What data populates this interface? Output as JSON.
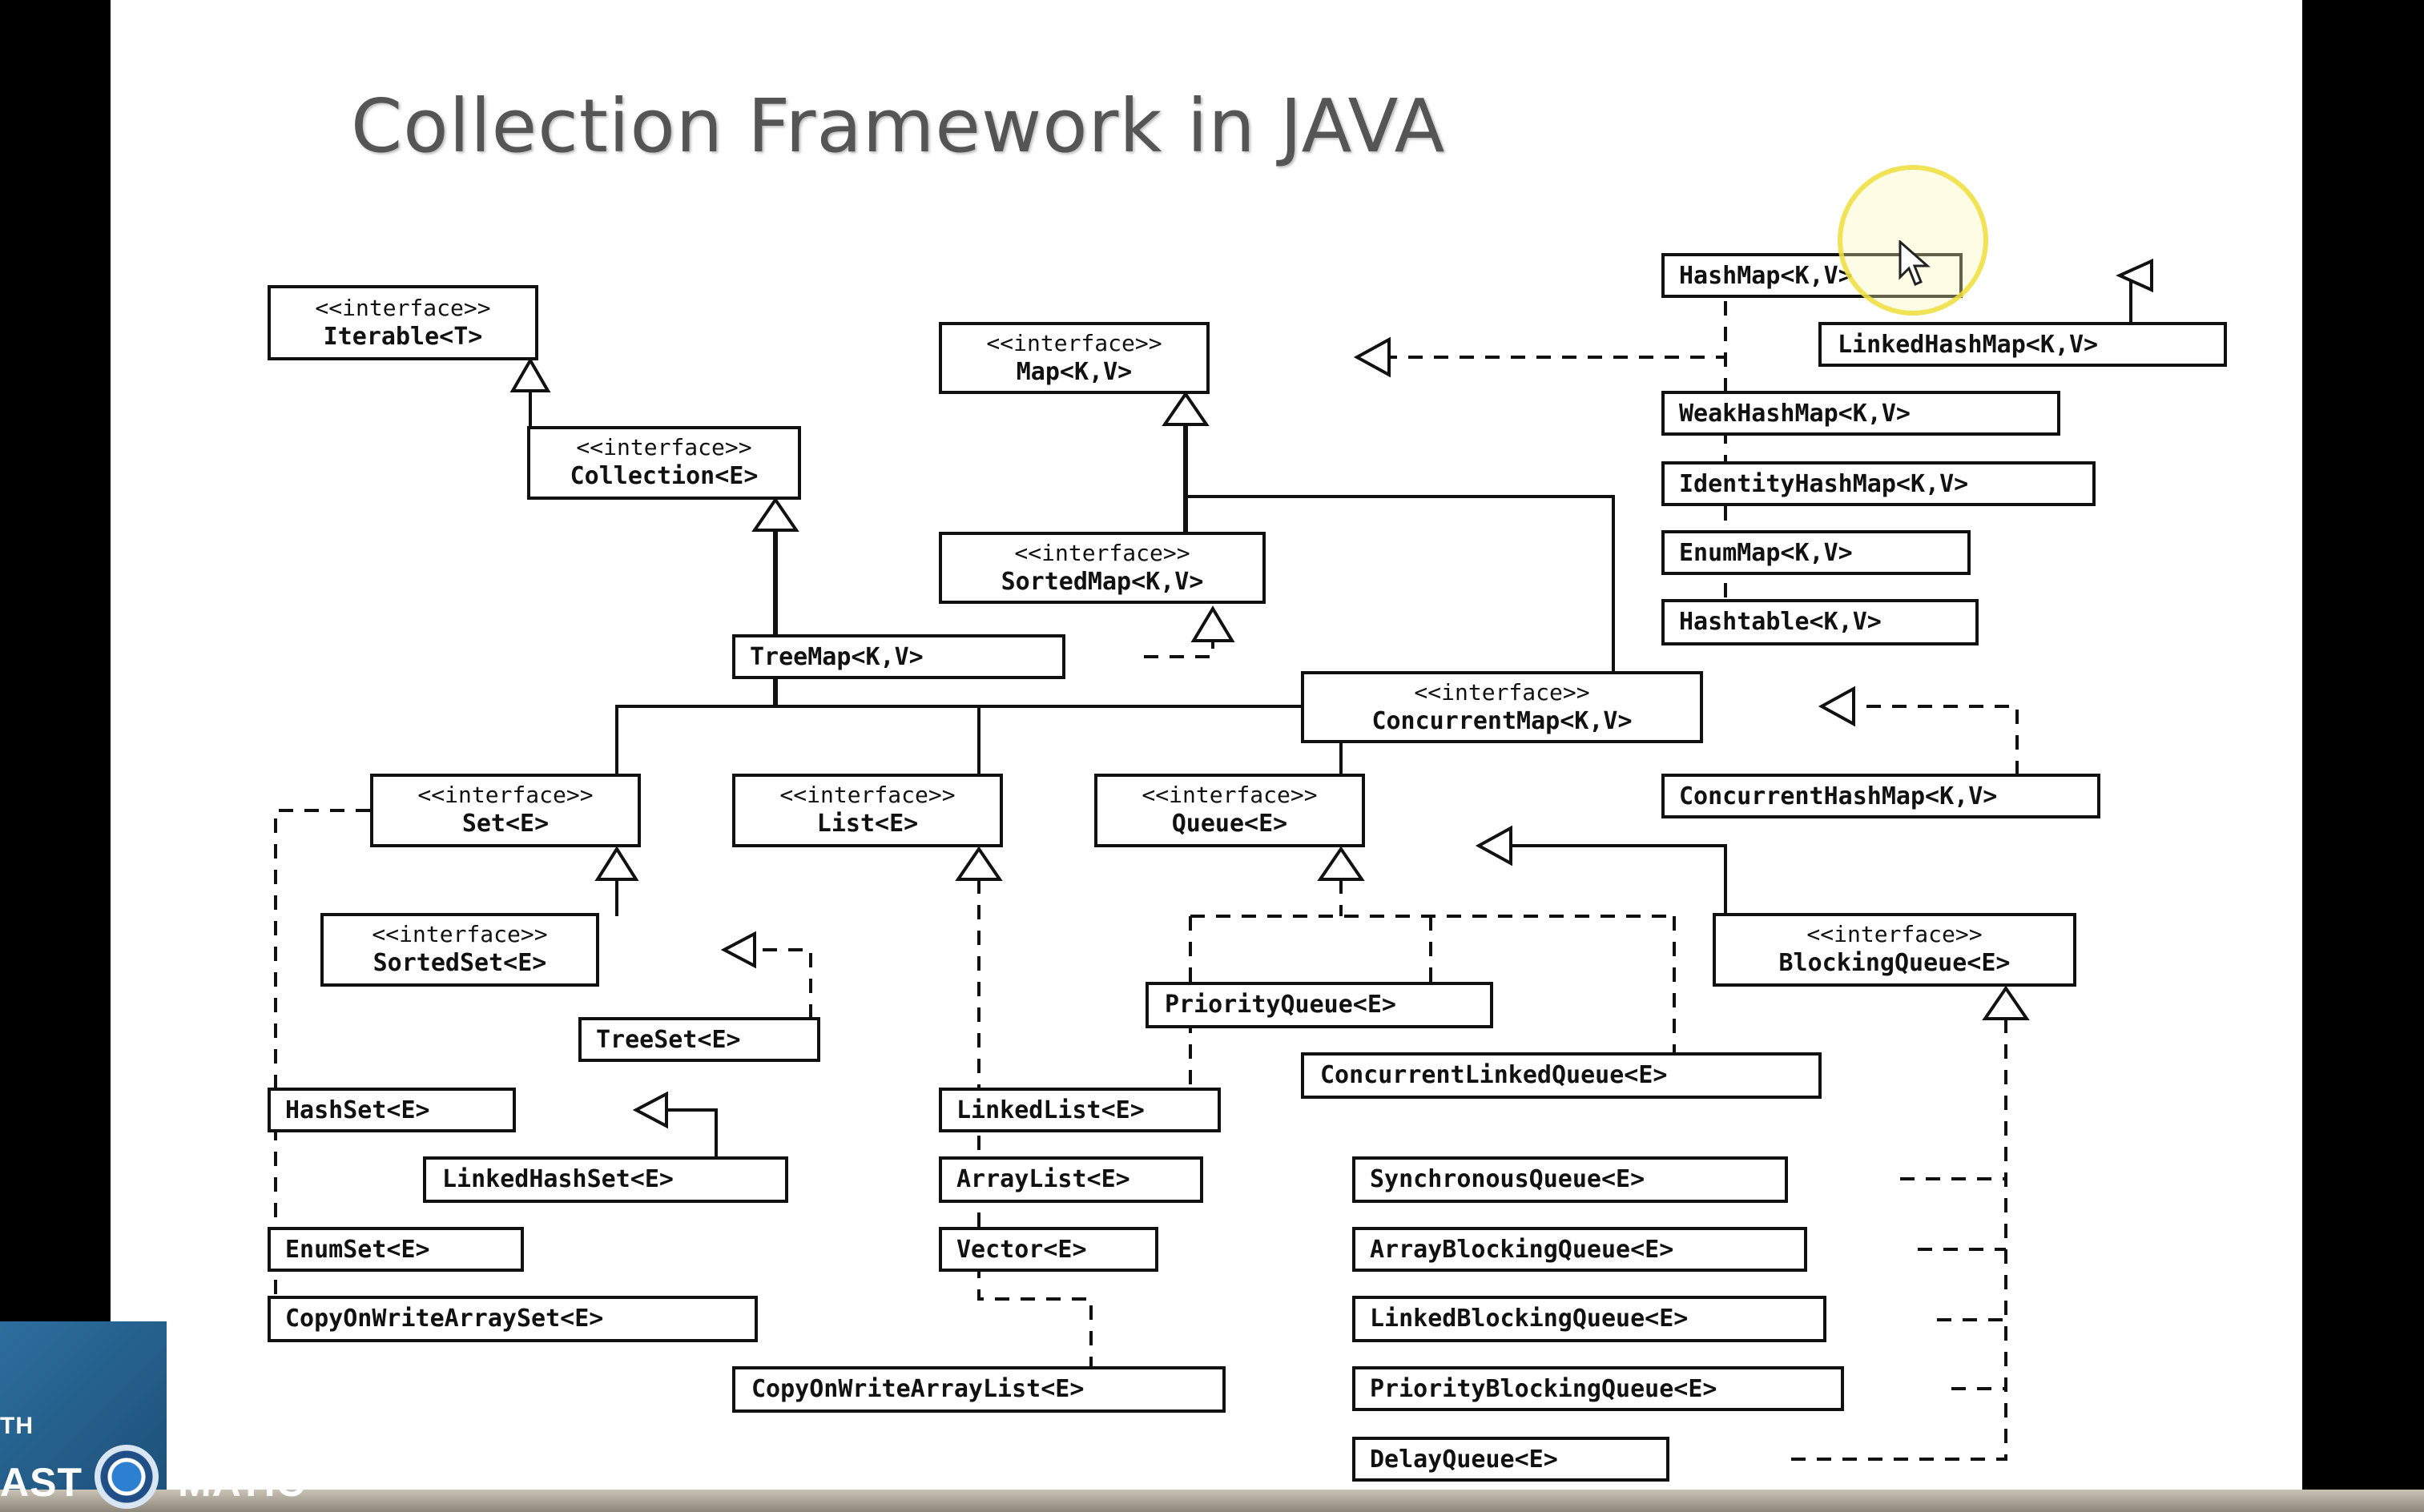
{
  "title": "Collection Framework in JAVA",
  "stereotype": "<<interface>>",
  "classes": {
    "iterable": "Iterable<T>",
    "collection": "Collection<E>",
    "map": "Map<K,V>",
    "sorted_map": "SortedMap<K,V>",
    "tree_map": "TreeMap<K,V>",
    "concurrent_map": "ConcurrentMap<K,V>",
    "concurrent_hash_map": "ConcurrentHashMap<K,V>",
    "hash_map": "HashMap<K,V>",
    "linked_hash_map": "LinkedHashMap<K,V>",
    "weak_hash_map": "WeakHashMap<K,V>",
    "identity_hash_map": "IdentityHashMap<K,V>",
    "enum_map": "EnumMap<K,V>",
    "hashtable": "Hashtable<K,V>",
    "set": "Set<E>",
    "list": "List<E>",
    "queue": "Queue<E>",
    "sorted_set": "SortedSet<E>",
    "tree_set": "TreeSet<E>",
    "hash_set": "HashSet<E>",
    "linked_hash_set": "LinkedHashSet<E>",
    "enum_set": "EnumSet<E>",
    "copy_on_write_array_set": "CopyOnWriteArraySet<E>",
    "linked_list": "LinkedList<E>",
    "array_list": "ArrayList<E>",
    "vector": "Vector<E>",
    "copy_on_write_array_list": "CopyOnWriteArrayList<E>",
    "priority_queue": "PriorityQueue<E>",
    "concurrent_linked_queue": "ConcurrentLinkedQueue<E>",
    "blocking_queue": "BlockingQueue<E>",
    "synchronous_queue": "SynchronousQueue<E>",
    "array_blocking_queue": "ArrayBlockingQueue<E>",
    "linked_blocking_queue": "LinkedBlockingQueue<E>",
    "priority_blocking_queue": "PriorityBlockingQueue<E>",
    "delay_queue": "DelayQueue<E>"
  },
  "watermark": {
    "line1": "TH",
    "left": "AST",
    "right": "MATIC"
  },
  "colors": {
    "slide_background": "#ffffff",
    "title": "#555555",
    "lines": "#111111",
    "cursor_highlight": "#eede3c"
  }
}
